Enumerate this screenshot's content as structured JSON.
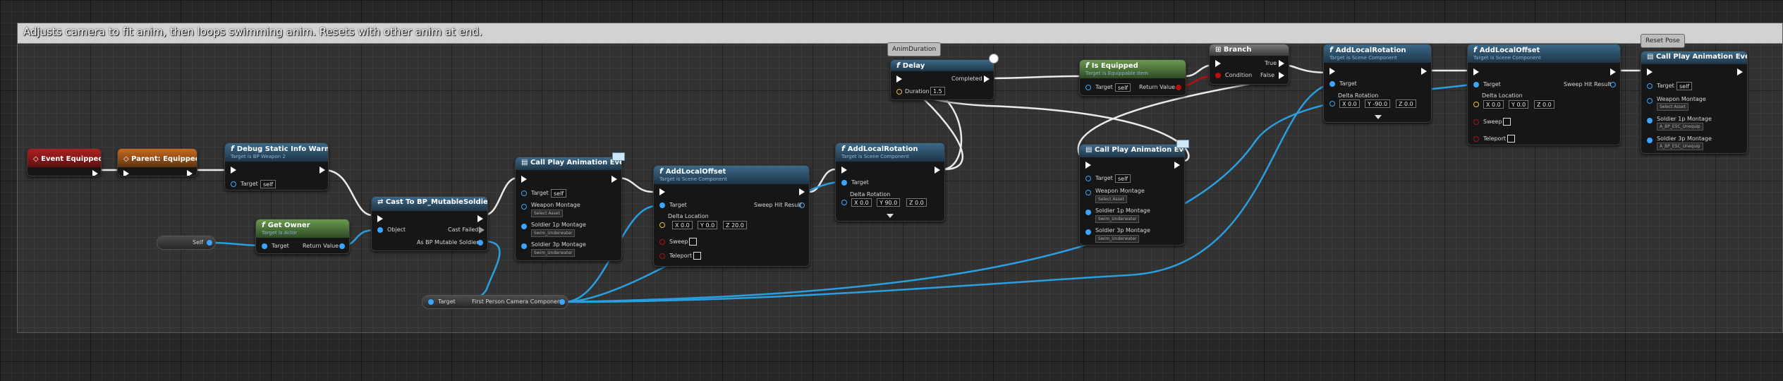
{
  "comment": {
    "title": "Adjusts camera to fit anim, then loops swimming anim. Resets with other anim at end."
  },
  "tags": {
    "anim_duration": "AnimDuration",
    "reset_pose": "Reset Pose"
  },
  "event_equipped": {
    "title": "Event Equipped"
  },
  "parent_equipped": {
    "title": "Parent: Equipped"
  },
  "debug_warning": {
    "title": "Debug Static Info Warning",
    "subtitle": "Target is BP Weapon 2",
    "target_label": "Target",
    "target_value": "self"
  },
  "self_var": {
    "label": "Self"
  },
  "get_owner": {
    "title": "Get Owner",
    "subtitle": "Target is Actor",
    "target_label": "Target",
    "return_label": "Return Value"
  },
  "cast": {
    "title": "Cast To BP_MutableSoldier",
    "object_label": "Object",
    "cast_failed_label": "Cast Failed",
    "as_label": "As BP Mutable Soldier"
  },
  "call_play_1": {
    "title": "Call Play Animation Event",
    "target_label": "Target",
    "target_value": "self",
    "weapon_label": "Weapon Montage",
    "weapon_value": "Select Asset",
    "s1p_label": "Soldier 1p Montage",
    "s1p_value": "Swim_Underwater",
    "s3p_label": "Soldier 3p Montage",
    "s3p_value": "Swim_Underwater"
  },
  "add_offset_1": {
    "title": "AddLocalOffset",
    "subtitle": "Target is Scene Component",
    "target_label": "Target",
    "sweep_hit_label": "Sweep Hit Result",
    "delta_label": "Delta Location",
    "x": "0.0",
    "y": "0.0",
    "z": "20.0",
    "sweep_label": "Sweep",
    "teleport_label": "Teleport"
  },
  "add_rotation_1": {
    "title": "AddLocalRotation",
    "subtitle": "Target is Scene Component",
    "target_label": "Target",
    "delta_label": "Delta Rotation",
    "x": "0.0",
    "y": "90.0",
    "z": "0.0"
  },
  "delay": {
    "title": "Delay",
    "completed_label": "Completed",
    "duration_label": "Duration",
    "duration_value": "1.5"
  },
  "is_equipped": {
    "title": "Is Equipped",
    "subtitle": "Target is Equippable Item",
    "target_label": "Target",
    "target_value": "self",
    "return_label": "Return Value"
  },
  "branch": {
    "title": "Branch",
    "true_label": "True",
    "false_label": "False",
    "condition_label": "Condition"
  },
  "call_play_2": {
    "title": "Call Play Animation Event",
    "target_label": "Target",
    "target_value": "self",
    "weapon_label": "Weapon Montage",
    "weapon_value": "Select Asset",
    "s1p_label": "Soldier 1p Montage",
    "s1p_value": "Swim_Underwater",
    "s3p_label": "Soldier 3p Montage",
    "s3p_value": "Swim_Underwater"
  },
  "add_rotation_2": {
    "title": "AddLocalRotation",
    "subtitle": "Target is Scene Component",
    "target_label": "Target",
    "delta_label": "Delta Rotation",
    "x": "0.0",
    "y": "-90.0",
    "z": "0.0"
  },
  "add_offset_2": {
    "title": "AddLocalOffset",
    "subtitle": "Target is Scene Component",
    "target_label": "Target",
    "sweep_hit_label": "Sweep Hit Result",
    "delta_label": "Delta Location",
    "x": "0.0",
    "y": "0.0",
    "z": "0.0",
    "sweep_label": "Sweep",
    "teleport_label": "Teleport"
  },
  "call_play_3": {
    "title": "Call Play Animation Event",
    "target_label": "Target",
    "target_value": "self",
    "weapon_label": "Weapon Montage",
    "weapon_value": "Select Asset",
    "s1p_label": "Soldier 1p Montage",
    "s1p_value": "A_BP_ESC_Unequip",
    "s3p_label": "Soldier 3p Montage",
    "s3p_value": "A_BP_ESC_Unequip"
  },
  "camera_var": {
    "target_label": "Target",
    "label": "First Person Camera Component"
  },
  "colors": {
    "exec": "#ffffff",
    "object": "#3aa6ff",
    "bool": "#b51010",
    "float": "#e5c040",
    "comment_bar": "#d2d2d2"
  }
}
